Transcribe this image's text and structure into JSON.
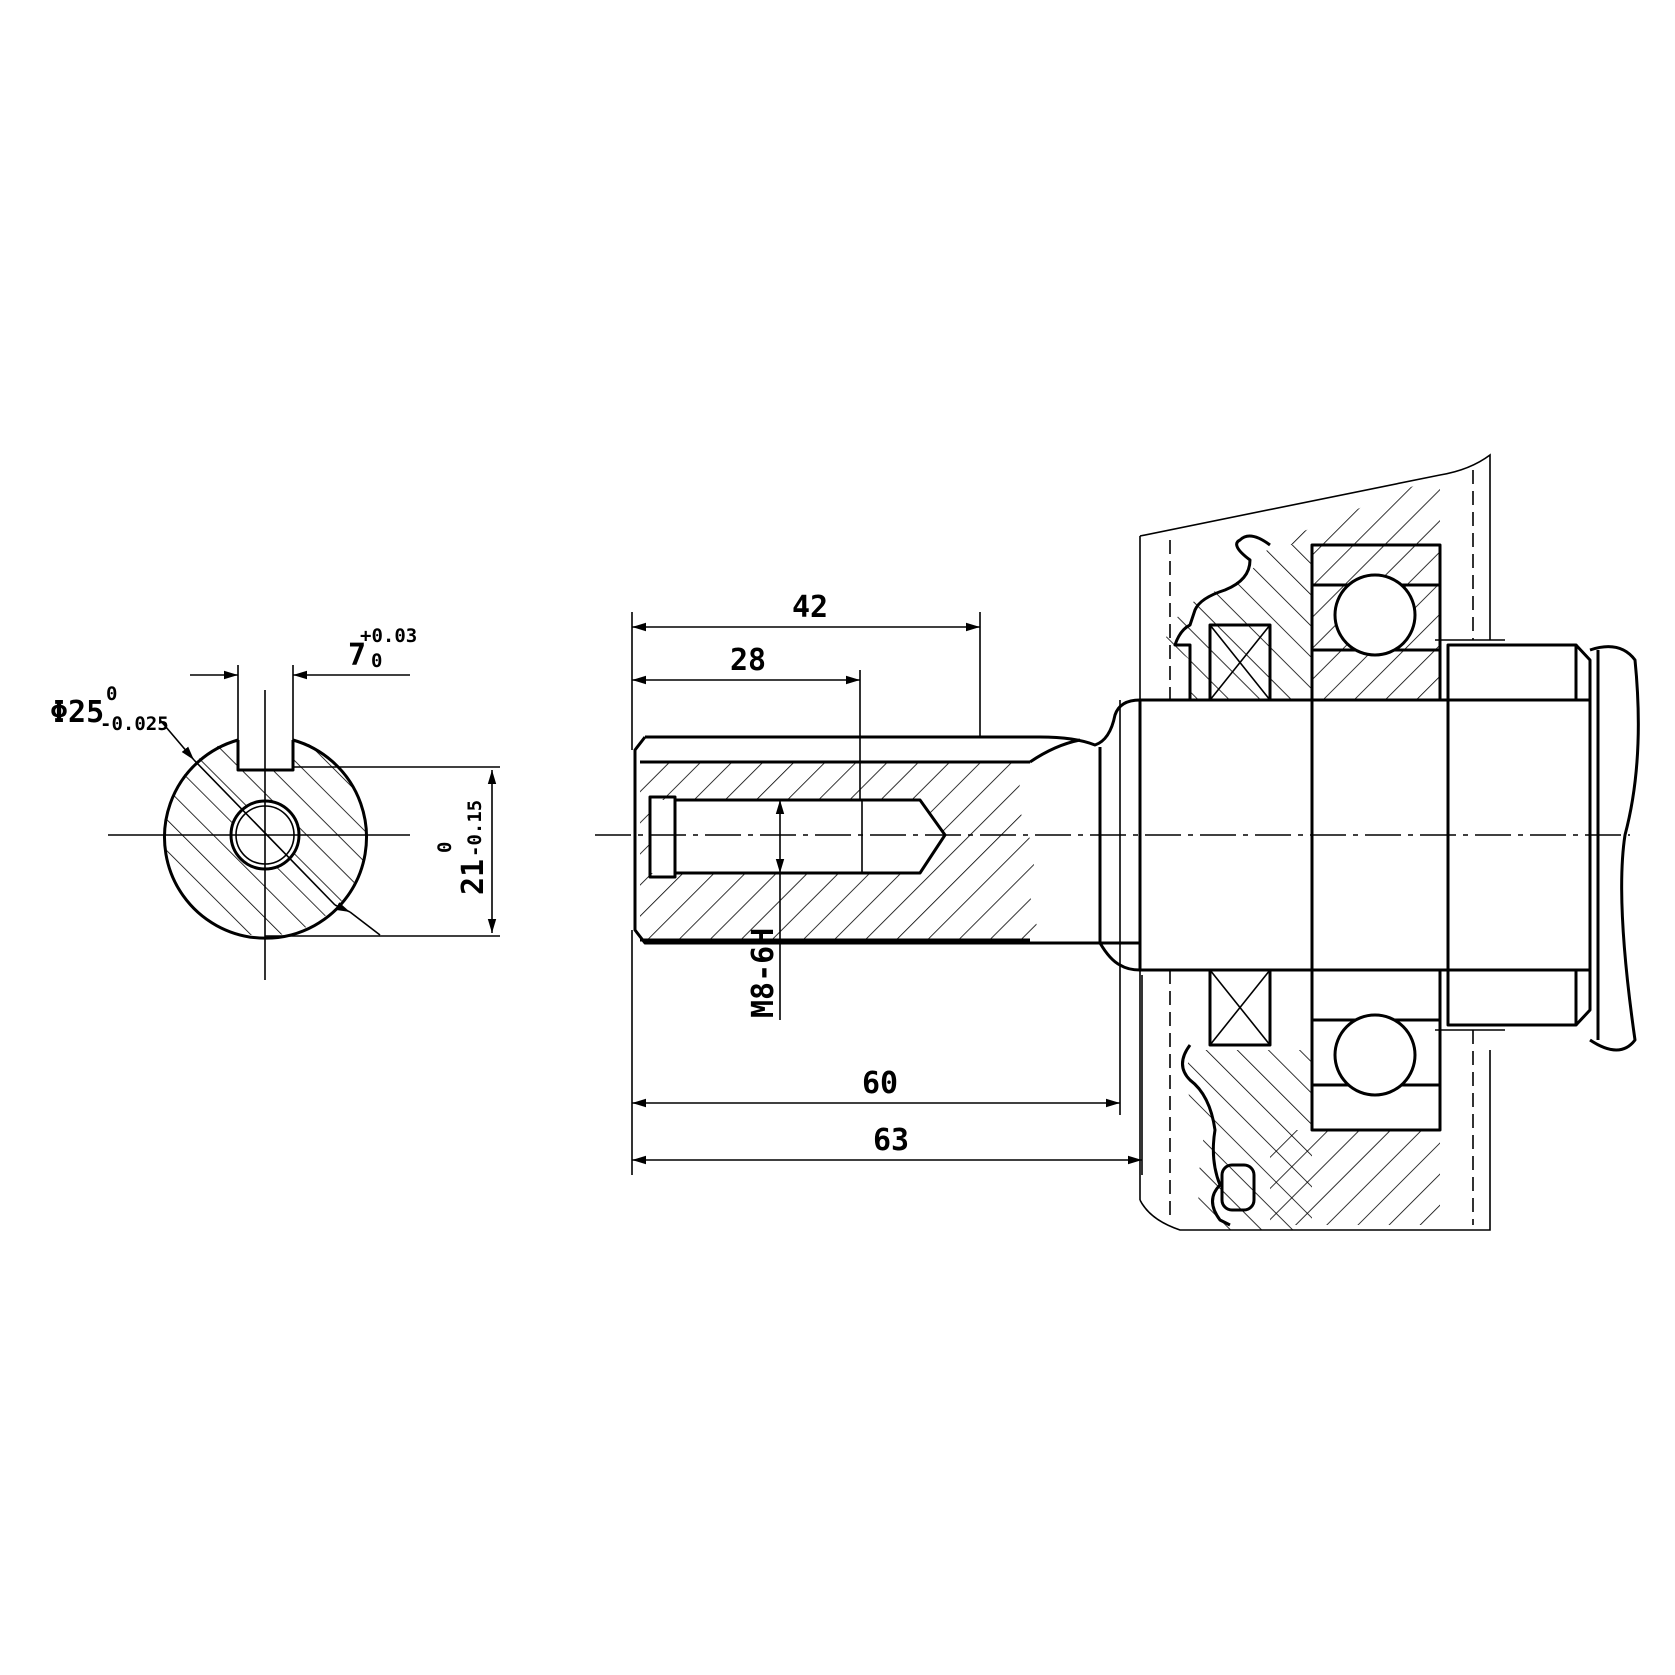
{
  "cross_section": {
    "diameter": {
      "label": "Φ25",
      "tol_upper": "0",
      "tol_lower": "-0.025"
    },
    "key_width": {
      "label": "7",
      "tol_upper": "+0.03",
      "tol_lower": "0"
    },
    "key_depth": {
      "label": "21",
      "tol_upper": "0",
      "tol_lower": "-0.15"
    }
  },
  "shaft": {
    "dim_keyway_length": "42",
    "dim_thread_depth": "28",
    "thread_spec": "M8-6H",
    "dim_shaft_length_a": "60",
    "dim_shaft_length_b": "63"
  }
}
